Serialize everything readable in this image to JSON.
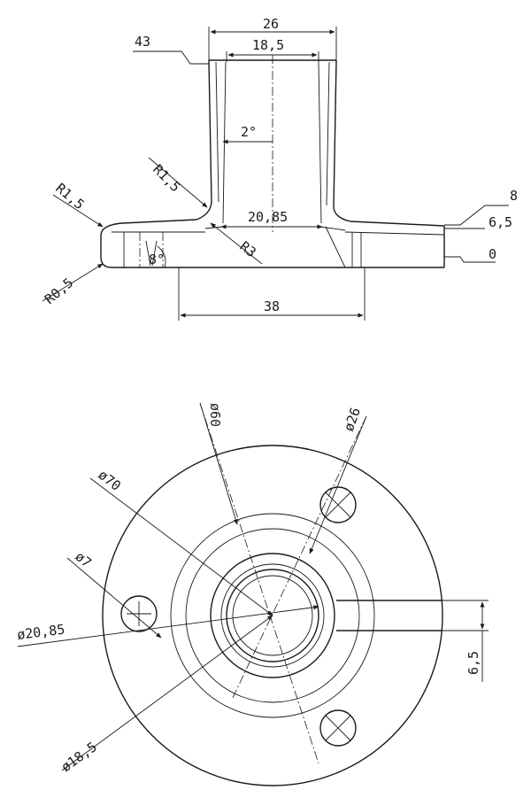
{
  "side_view": {
    "labels": {
      "height_43": "43",
      "top_outer_26": "26",
      "top_inner_18_5": "18,5",
      "taper_angle": "2°",
      "fillet_r1_5_neck": "R1,5",
      "fillet_r1_5_flange": "R1,5",
      "bore_20_85": "20,85",
      "fillet_r3": "R3",
      "countersink_angle": "8°",
      "edge_r0_5": "R0,5",
      "height_8": "8",
      "height_6_5": "6,5",
      "height_0": "0",
      "width_38": "38"
    }
  },
  "top_view": {
    "labels": {
      "dia_60": "ø60",
      "dia_26": "ø26",
      "dia_70": "ø70",
      "dia_7": "ø7",
      "dia_20_85": "ø20,85",
      "dia_18_5": "ø18,5",
      "offset_6_5": "6,5"
    }
  }
}
